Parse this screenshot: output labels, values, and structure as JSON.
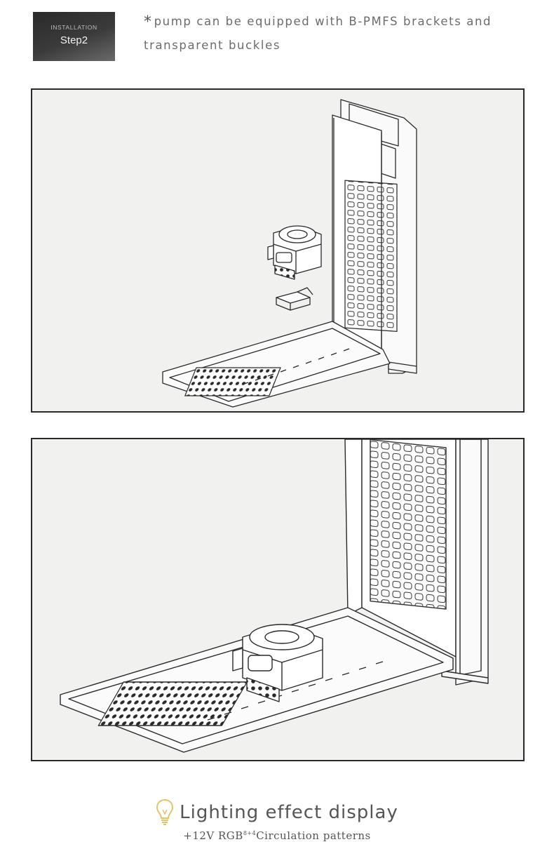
{
  "step": {
    "kicker": "INSTALLATION",
    "label": "Step2"
  },
  "note": {
    "star": "*",
    "text": "pump can be equipped with B-PMFS brackets and transparent buckles"
  },
  "figures": {
    "top": "pump-and-buckle-exploded-view",
    "bottom": "pump-mounted-on-case-floor"
  },
  "lighting": {
    "icon": "lightbulb-icon",
    "title": "Lighting effect display",
    "subtitle_prefix": "+12V RGB",
    "subtitle_sup": "8+4",
    "subtitle_suffix": "Circulation patterns"
  },
  "colors": {
    "badge": "#333333",
    "panel_bg": "#f1f1f0",
    "line": "#2a2a2a",
    "bulb": "#e2c46a"
  }
}
